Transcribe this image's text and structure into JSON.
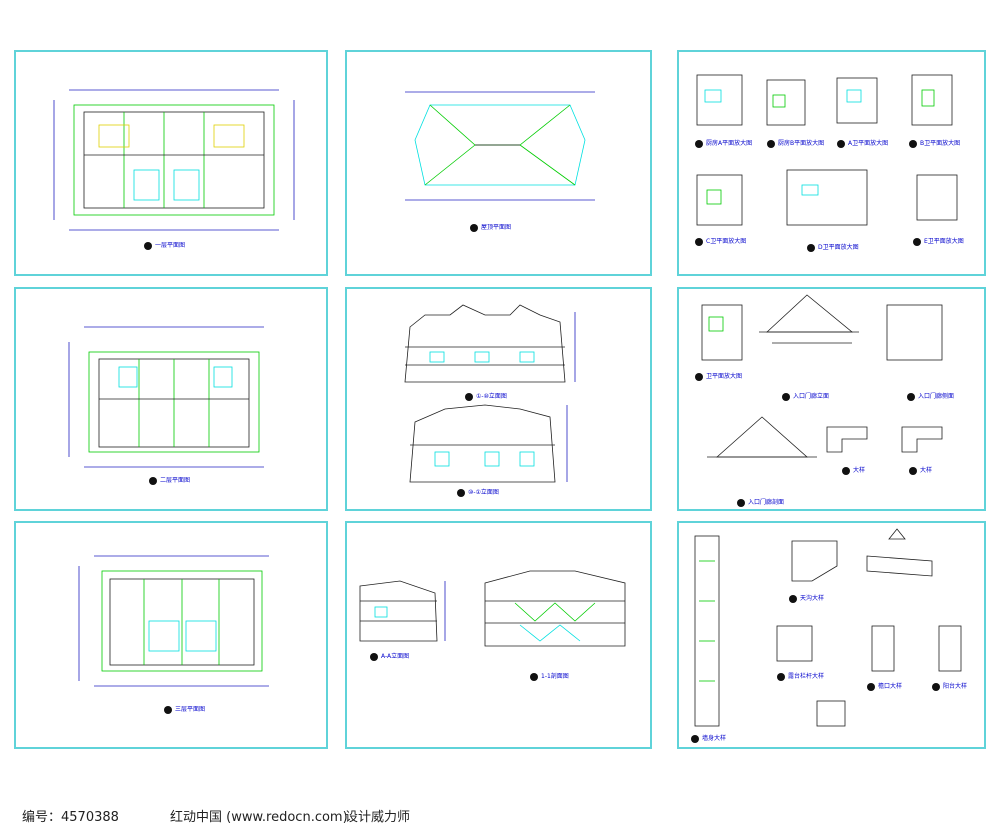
{
  "sheets": [
    {
      "id": "plan-1",
      "kind": "floor-plan",
      "caption": "一层平面图"
    },
    {
      "id": "roof-plan",
      "kind": "floor-plan",
      "caption": "屋顶平面图"
    },
    {
      "id": "bath-details",
      "kind": "detail-set",
      "captions": [
        "厨房A平面放大图",
        "厨房B平面放大图",
        "A卫平面放大图",
        "B卫平面放大图",
        "C卫平面放大图",
        "D卫平面放大图",
        "E卫平面放大图"
      ]
    },
    {
      "id": "plan-2",
      "kind": "floor-plan",
      "caption": "二层平面图"
    },
    {
      "id": "elevations",
      "kind": "elevation",
      "captions": [
        "①-⑩立面图",
        "⑩-①立面图"
      ]
    },
    {
      "id": "entry-details",
      "kind": "detail-set",
      "captions": [
        "卫平面放大图",
        "入口门廊立面",
        "入口门廊侧面",
        "入口门廊剖面",
        "大样",
        "大样"
      ]
    },
    {
      "id": "plan-3",
      "kind": "floor-plan",
      "caption": "三层平面图"
    },
    {
      "id": "side-section",
      "kind": "elevation",
      "captions": [
        "A-A立面图",
        "1-1剖面图"
      ]
    },
    {
      "id": "wall-details",
      "kind": "detail-set",
      "captions": [
        "墙身大样",
        "天沟大样",
        "露台栏杆大样",
        "檐口大样",
        "阳台大样"
      ]
    }
  ],
  "footer": {
    "id_label": "编号：4570388",
    "site": "红动中国 (www.redocn.com)",
    "tag": "设计威力师"
  },
  "colors": {
    "frame": "#5fd3d9",
    "linework": "#00cc00",
    "dimension": "#2020c0",
    "accent": "#00e0e0"
  }
}
